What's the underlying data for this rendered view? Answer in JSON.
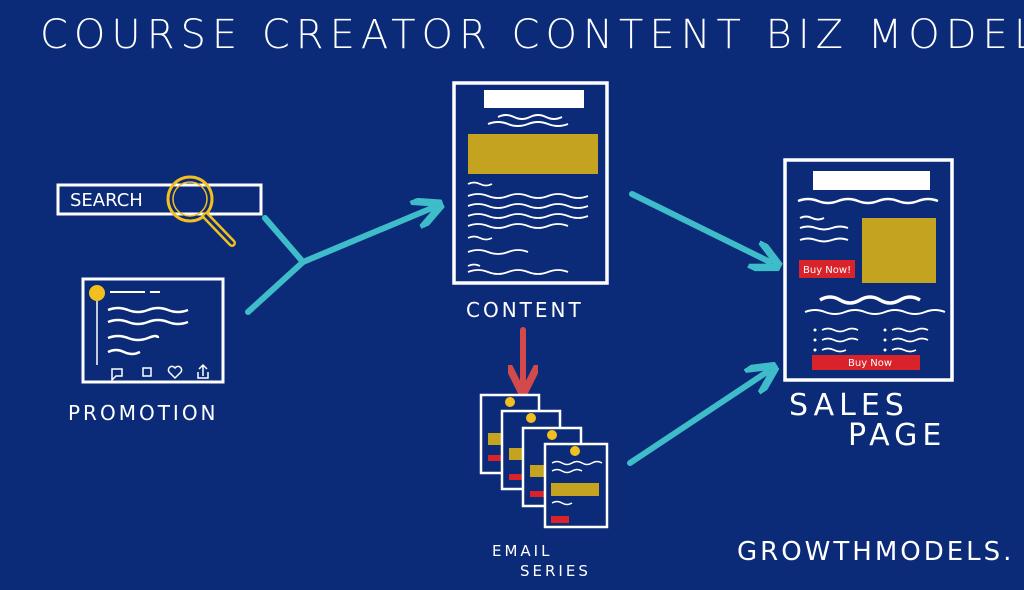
{
  "title": "Course Creator Content Biz Model",
  "nodes": {
    "search_label": "SEARCH",
    "promotion_label": "Promotion",
    "content_label": "Content",
    "email_series_line1": "Email",
    "email_series_line2": "Series",
    "sales_page_line1": "Sales",
    "sales_page_line2": "Page",
    "buy_now_side": "Buy Now!",
    "buy_now_bottom": "Buy Now"
  },
  "footer": "Growthmodels. co",
  "colors": {
    "background": "#0b2a78",
    "teal_arrow": "#3fbcc9",
    "red_arrow": "#d44a4a",
    "gold": "#c4a320",
    "yellow": "#f2c01e",
    "buy_red": "#d9222a"
  }
}
